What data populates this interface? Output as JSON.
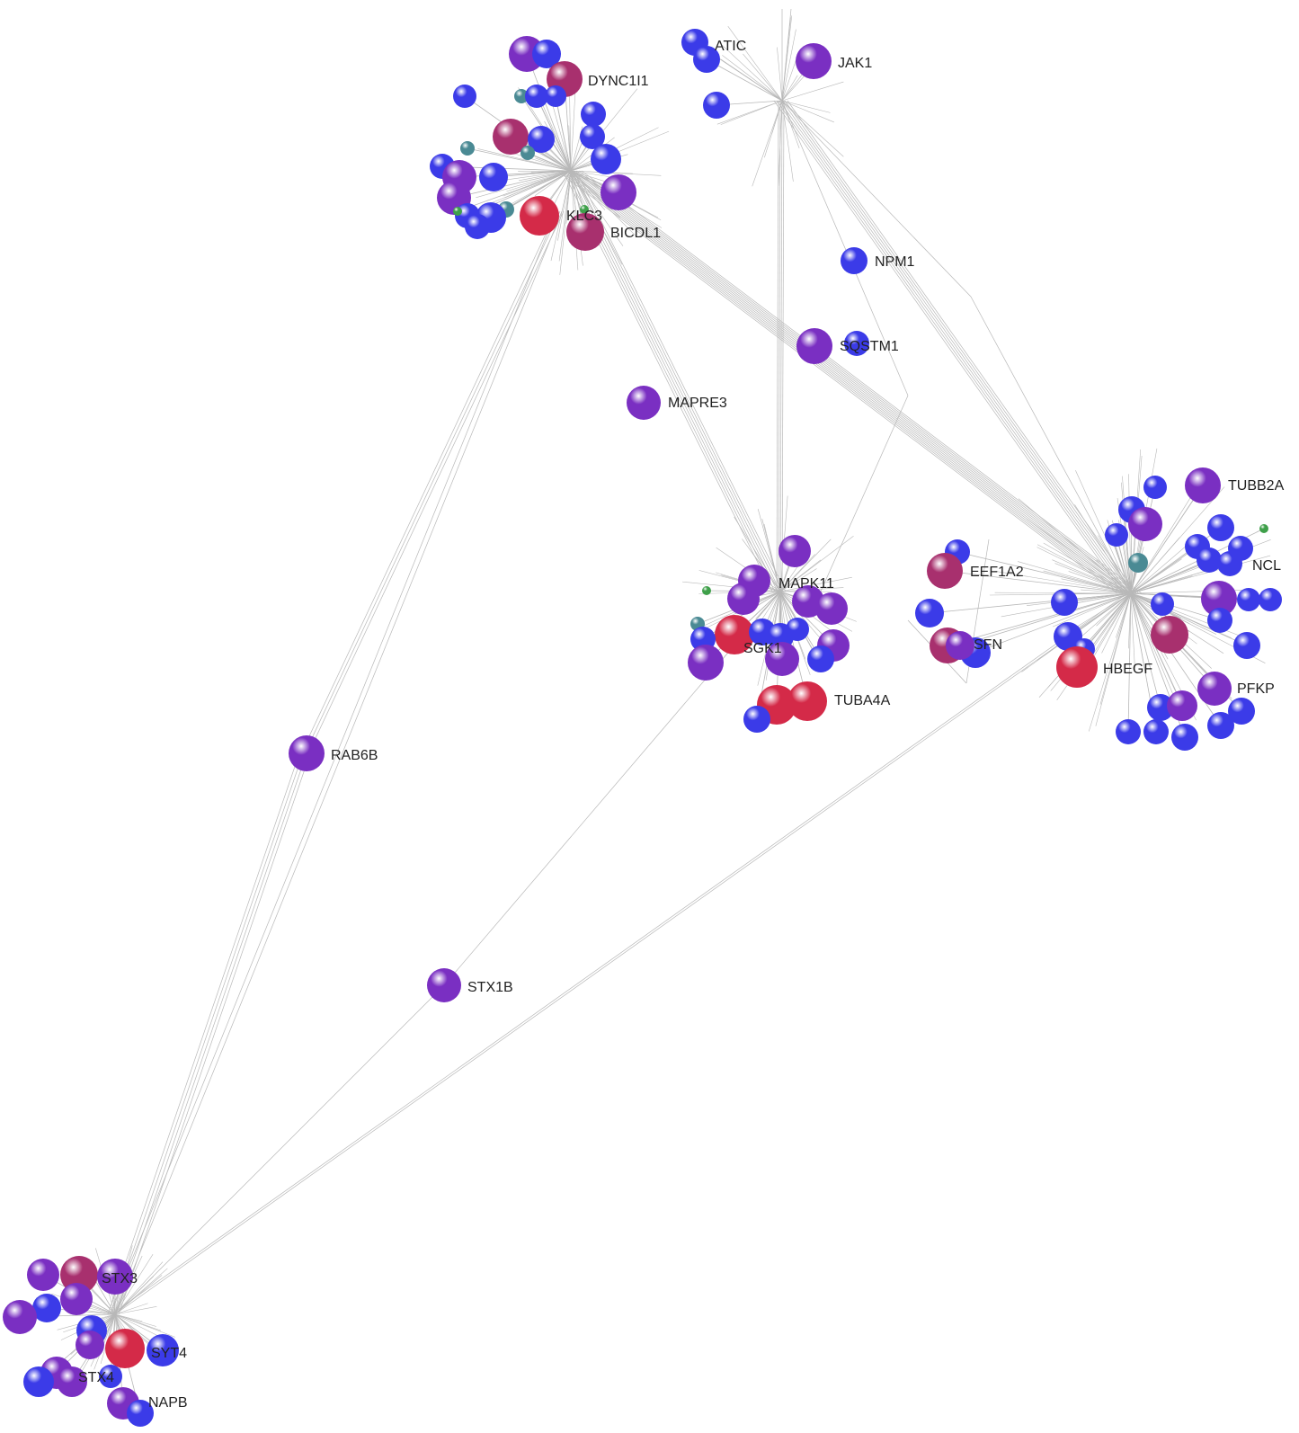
{
  "colors": {
    "edge": "#b8b8b8",
    "blue": "#3b3be8",
    "purple": "#7a2fc2",
    "magenta": "#a8306e",
    "red": "#d42a48",
    "teal": "#4a8a94",
    "green": "#3fa04a"
  },
  "labels": {
    "DYNC1I1": "DYNC1I1",
    "ATIC": "ATIC",
    "JAK1": "JAK1",
    "KLC3": "KLC3",
    "BICDL1": "BICDL1",
    "NPM1": "NPM1",
    "SQSTM1": "SQSTM1",
    "MAPRE3": "MAPRE3",
    "TUBB2A": "TUBB2A",
    "NCL": "NCL",
    "EEF1A2": "EEF1A2",
    "MAPK11": "MAPK11",
    "SFN": "SFN",
    "SGK1": "SGK1",
    "HBEGF": "HBEGF",
    "PFKP": "PFKP",
    "TUBA4A": "TUBA4A",
    "RAB6B": "RAB6B",
    "STX1B": "STX1B",
    "STX3": "STX3",
    "SYT4": "SYT4",
    "STX4": "STX4",
    "NAPB": "NAPB"
  }
}
